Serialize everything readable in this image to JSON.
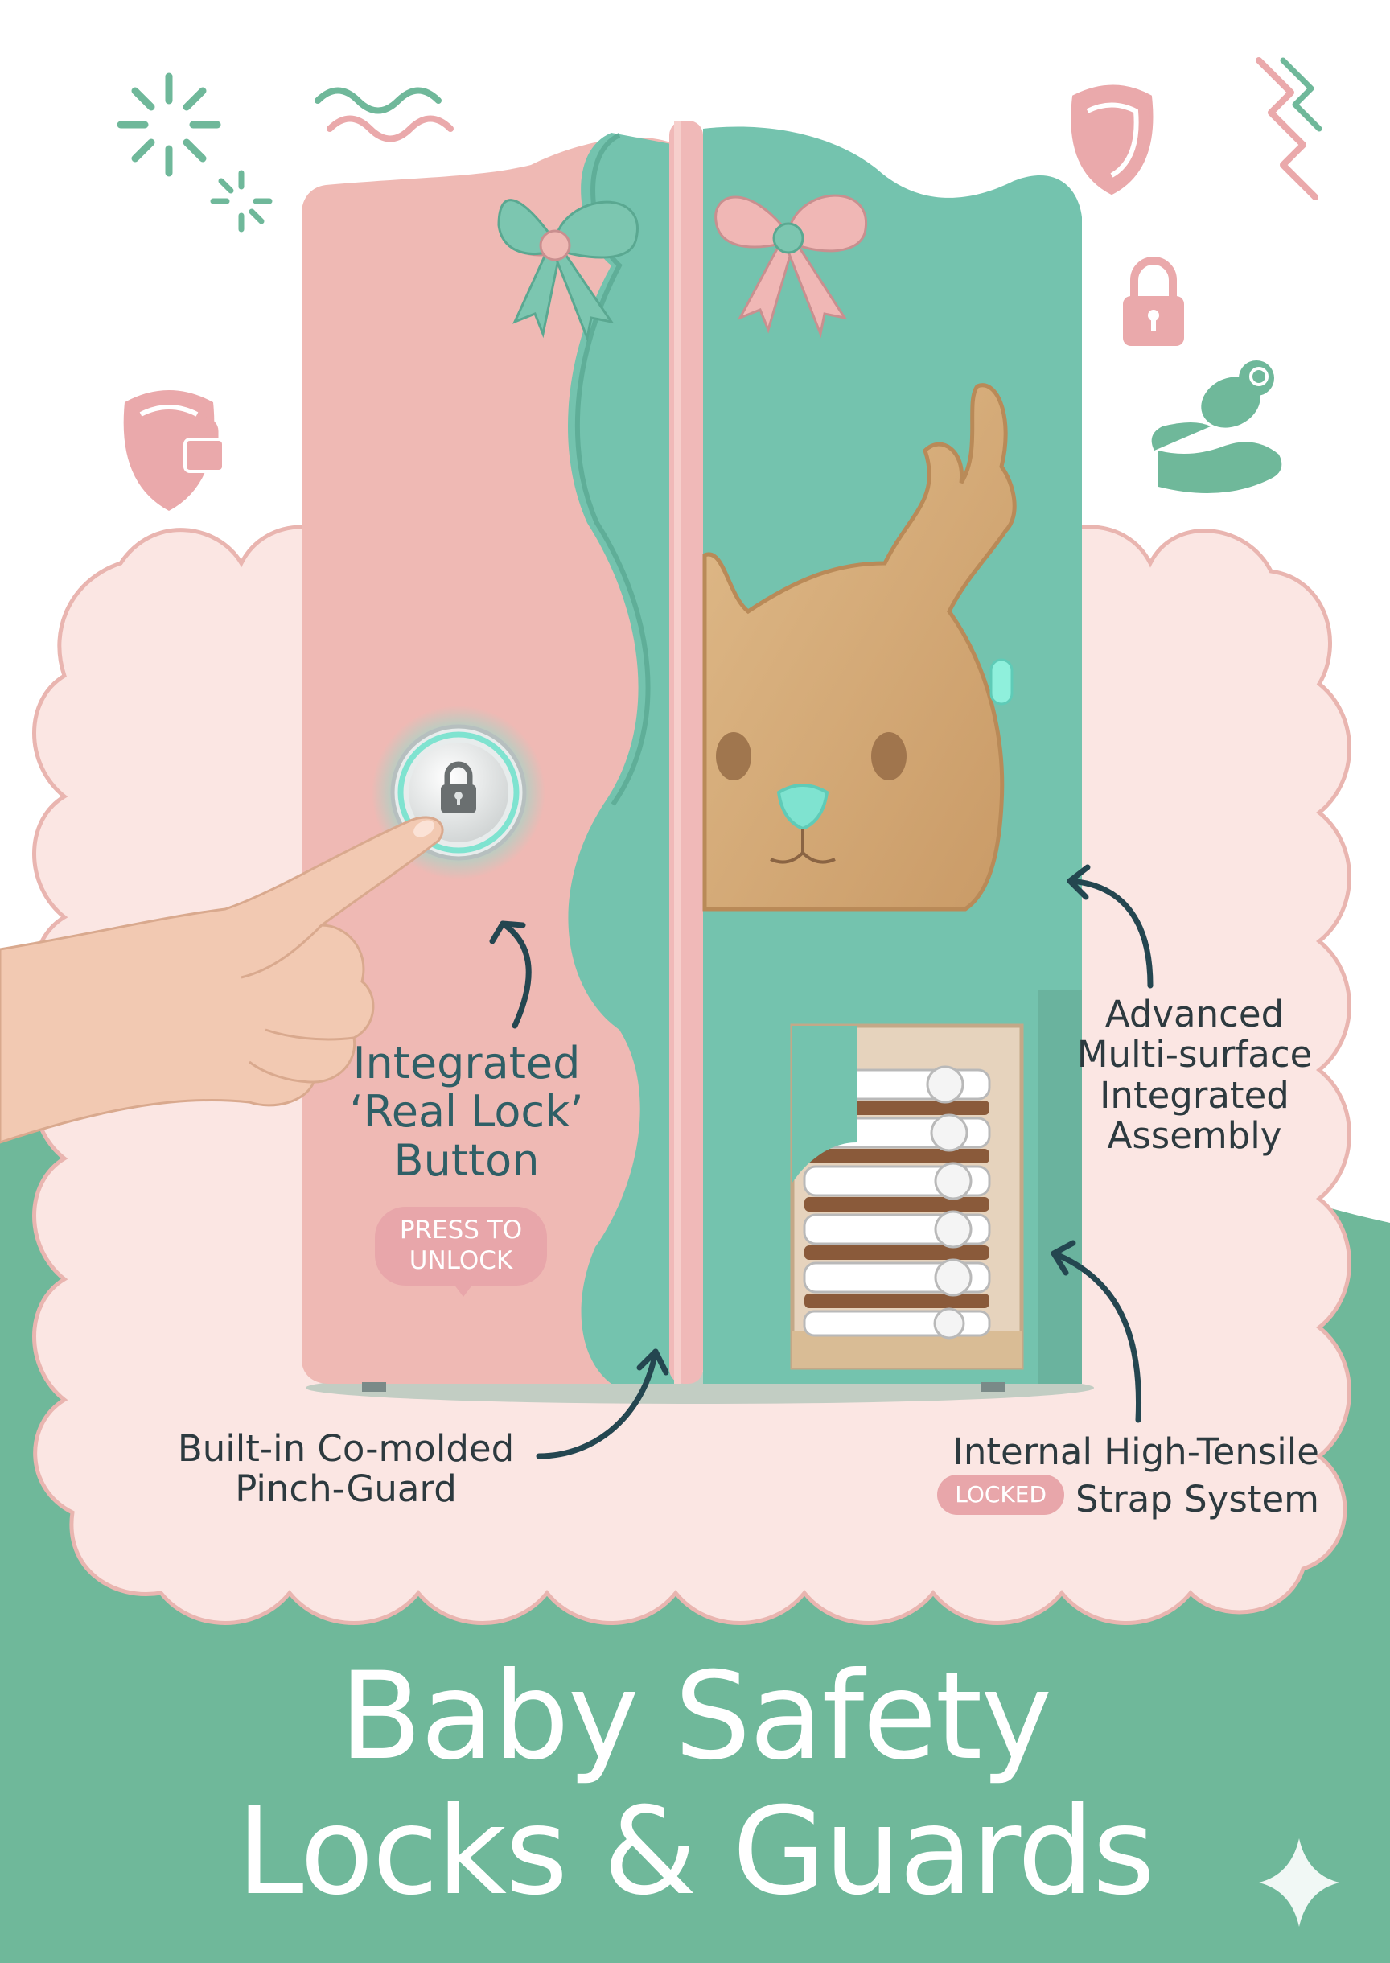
{
  "labels": {
    "lock_button": [
      "Integrated",
      "‘Real Lock’",
      "Button"
    ],
    "press_to_unlock": [
      "PRESS TO",
      "UNLOCK"
    ],
    "assembly": [
      "Advanced",
      "Multi-surface",
      "Integrated",
      "Assembly"
    ],
    "pinch_guard": [
      "Built-in Co-molded",
      "Pinch-Guard"
    ],
    "strap_system_line1": "Internal High-Tensile",
    "strap_system_line2": "Strap System",
    "locked_badge": "LOCKED"
  },
  "headline": [
    "Baby Safety",
    "Locks & Guards"
  ],
  "icons": [
    "sparkle-burst-icon",
    "squiggle-icon",
    "shield-icon",
    "padlock-icon",
    "shield-lock-icon",
    "baby-in-hand-icon",
    "four-point-star-icon"
  ],
  "colors": {
    "mint": "#6fb89a",
    "door_mint": "#74c3ae",
    "door_pink": "#efb9b4",
    "cloud_pink": "#fbe6e3",
    "pill_pink": "#e8a6aa",
    "arrow": "#244650",
    "wood": "#d6ad7c"
  }
}
